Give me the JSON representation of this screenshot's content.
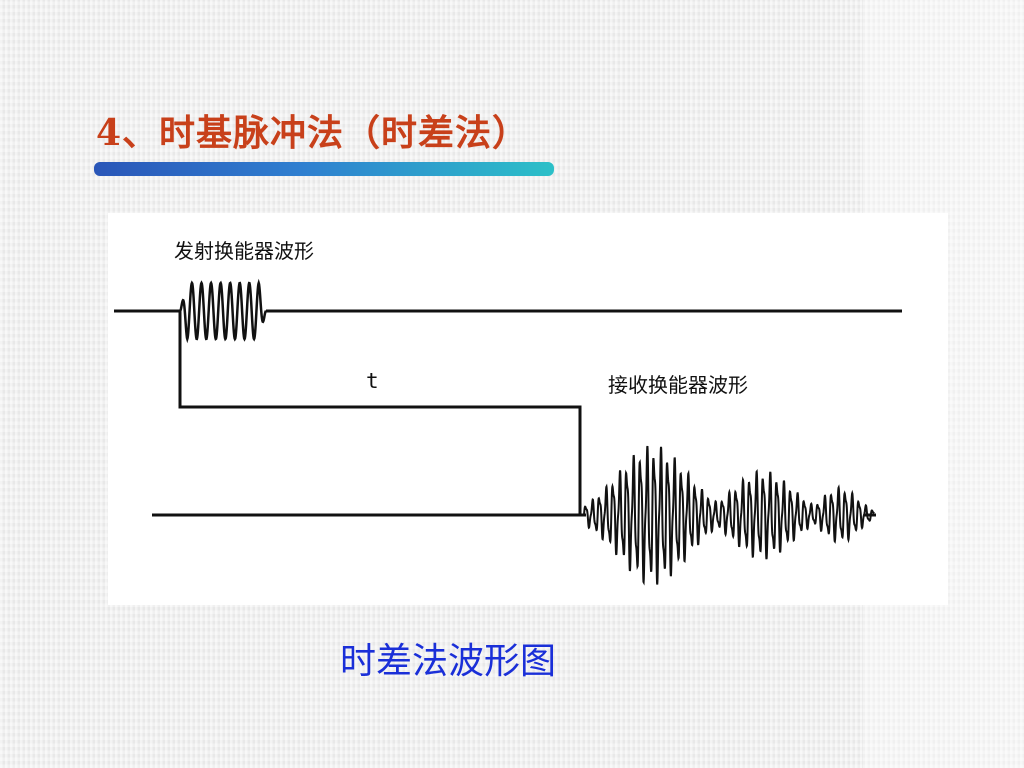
{
  "title": "4、时基脉冲法（时差法）",
  "diagram": {
    "emit_label": "发射换能器波形",
    "t_label": "t",
    "receive_label": "接收换能器波形"
  },
  "caption": "时差法波形图",
  "colors": {
    "title": "#c8401a",
    "caption": "#1a2fd8",
    "bar_start": "#2a56b8",
    "bar_end": "#2cc0c8",
    "waveform": "#111111"
  }
}
